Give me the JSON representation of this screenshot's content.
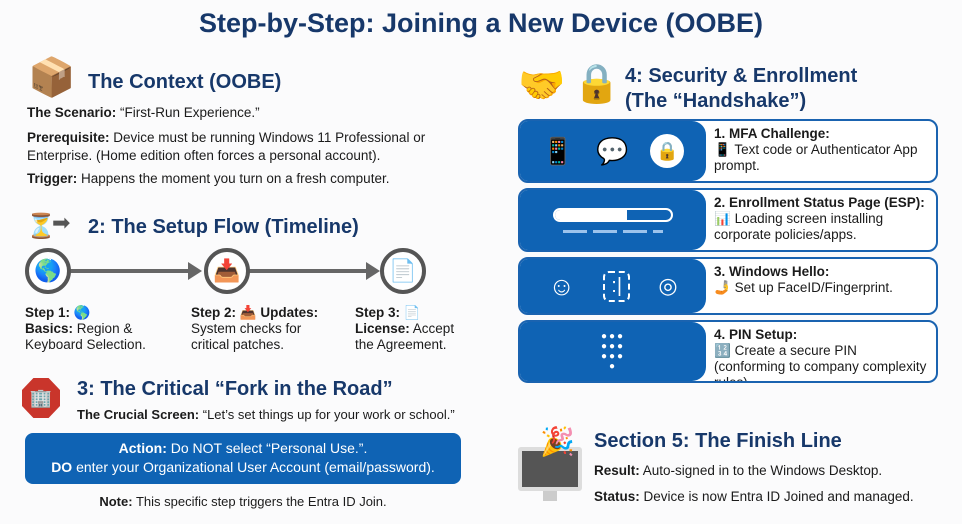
{
  "title": "Step-by-Step: Joining a New Device (OOBE)",
  "context": {
    "heading": "The Context (OOBE)",
    "icon": "open-box-icon",
    "scenario_label": "The Scenario:",
    "scenario": "“First-Run Experience.”",
    "prereq_label": "Prerequisite:",
    "prereq": "Device must be running Windows 11 Professional or Enterprise. (Home edition often forces a personal account).",
    "trigger_label": "Trigger:",
    "trigger": "Happens the moment you turn on a fresh computer."
  },
  "setup": {
    "heading": "2: The Setup Flow (Timeline)",
    "steps": [
      {
        "label": "Step 1:",
        "icon": "🌎",
        "bold": "Basics:",
        "text": "Region & Keyboard Selection."
      },
      {
        "label": "Step 2:",
        "icon": "📥",
        "bold": "Updates:",
        "text": "System checks for critical patches."
      },
      {
        "label": "Step 3:",
        "icon": "📄",
        "bold": "License:",
        "text": "Accept the Agreement."
      }
    ]
  },
  "fork": {
    "heading": "3: The Critical “Fork in the Road”",
    "crucial_label": "The Crucial Screen:",
    "crucial": "“Let’s set things up for your work or school.”",
    "action_label": "Action:",
    "action": "Do NOT select “Personal Use.”.",
    "do_label": "DO",
    "do": "enter your Organizational User Account (email/password).",
    "note_label": "Note:",
    "note": "This specific step triggers the Entra ID Join."
  },
  "security": {
    "heading_line1": "4: Security & Enrollment",
    "heading_line2": "(The “Handshake”)",
    "cards": [
      {
        "title": "1. MFA Challenge:",
        "emoji": "📱",
        "text": "Text code or Authenticator App prompt."
      },
      {
        "title": "2. Enrollment Status Page (ESP):",
        "emoji": "📊",
        "text": "Loading screen installing corporate policies/apps.",
        "progress": 0.62
      },
      {
        "title": "3. Windows Hello:",
        "emoji": "🤳",
        "text": "Set up FaceID/Fingerprint."
      },
      {
        "title": "4. PIN Setup:",
        "emoji": "🔢",
        "text": "Create a secure PIN (conforming to company complexity rules)."
      }
    ]
  },
  "finish": {
    "heading": "Section 5: The Finish Line",
    "result_label": "Result:",
    "result": "Auto-signed in to the Windows Desktop.",
    "status_label": "Status:",
    "status": "Device is now Entra ID Joined and managed."
  },
  "colors": {
    "navy": "#17386a",
    "blue": "#0f63b4"
  }
}
